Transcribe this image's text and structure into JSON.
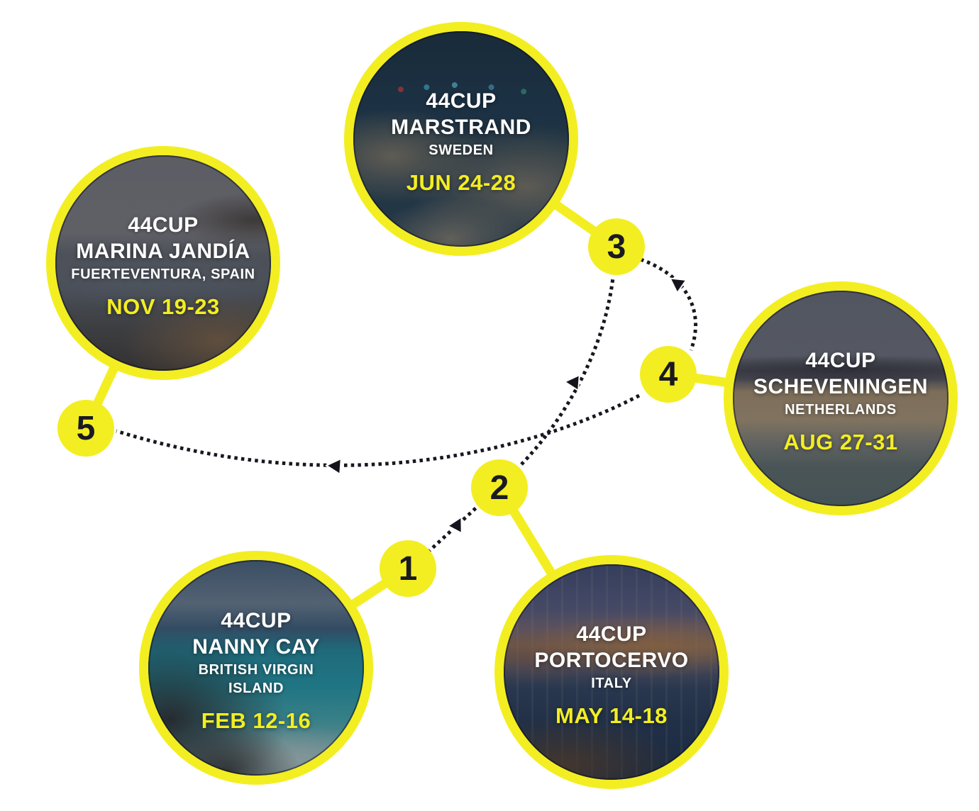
{
  "colors": {
    "accent_yellow": "#F3EE21",
    "badge_number_ink": "#1A1A22",
    "route_dot_black": "#17171F",
    "event_text_white": "#FFFFFF"
  },
  "stops": [
    {
      "num": "1",
      "title": "44CUP",
      "name": "NANNY CAY",
      "country": "BRITISH VIRGIN\nISLAND",
      "date": "FEB 12-16"
    },
    {
      "num": "2",
      "title": "44CUP",
      "name": "PORTOCERVO",
      "country": "ITALY",
      "date": "MAY 14-18"
    },
    {
      "num": "3",
      "title": "44CUP",
      "name": "MARSTRAND",
      "country": "SWEDEN",
      "date": "JUN 24-28"
    },
    {
      "num": "4",
      "title": "44CUP",
      "name": "SCHEVENINGEN",
      "country": "NETHERLANDS",
      "date": "AUG 27-31"
    },
    {
      "num": "5",
      "title": "44CUP",
      "name": "MARINA JANDÍA",
      "country": "FUERTEVENTURA, SPAIN",
      "date": "NOV 19-23"
    }
  ]
}
